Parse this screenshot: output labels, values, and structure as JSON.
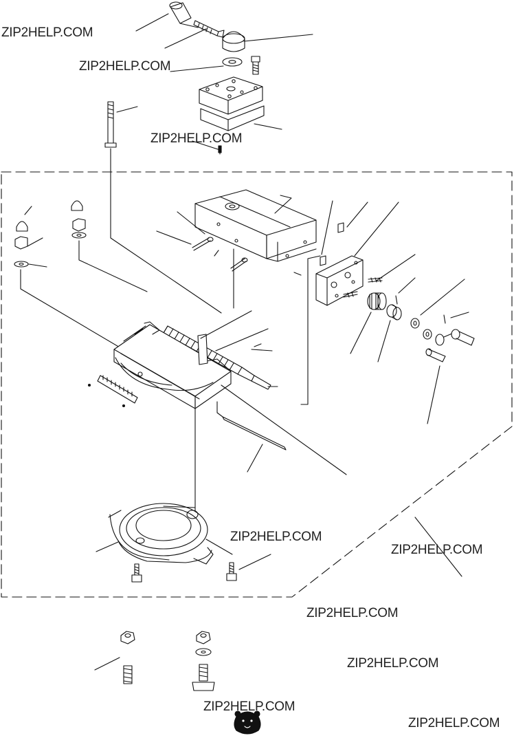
{
  "watermark": {
    "text": "ZIP2HELP.COM",
    "instances": [
      "wm-1",
      "wm-2",
      "wm-3",
      "wm-4",
      "wm-5",
      "wm-6",
      "wm-7",
      "wm-8",
      "wm-9"
    ]
  },
  "parts": {
    "tool_post_handle": "lever-handle",
    "tool_post_stud": "stud",
    "tool_post_nut": "clamping-nut",
    "tool_post_washer": "washer",
    "tool_post_block": "square-tool-post",
    "long_bolt": "t-bolt",
    "top_slide": "top-slide",
    "feed_screw": "lead-screw",
    "end_bracket": "end-bracket",
    "cross_slide": "cross-slide",
    "swivel_base": "swivel-base",
    "handles": "crank-handles",
    "bear_logo": "bear-logo-icon"
  },
  "colors": {
    "ink": "#111111",
    "background": "#ffffff"
  }
}
